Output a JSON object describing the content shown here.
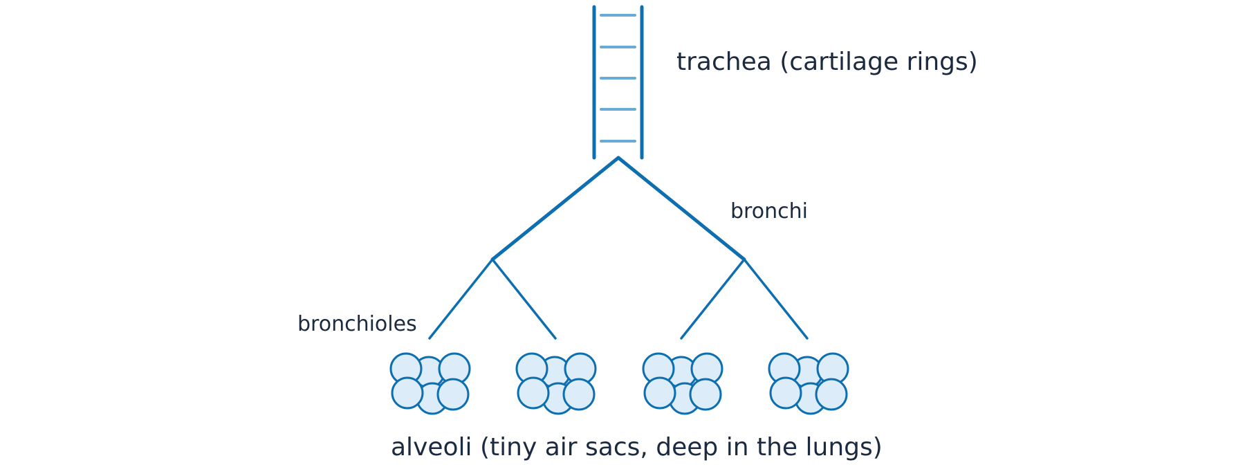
{
  "labels": {
    "trachea": "trachea (cartilage rings)",
    "bronchi": "bronchi",
    "bronchioles": "bronchioles",
    "alveoli": "alveoli (tiny air sacs, deep in the lungs)"
  },
  "colors": {
    "stroke": "#0e6fb0",
    "ring": "#6aaad6",
    "alveolus_fill": "#dcedf9",
    "text": "#1c2a3f",
    "background": "#ffffff"
  }
}
